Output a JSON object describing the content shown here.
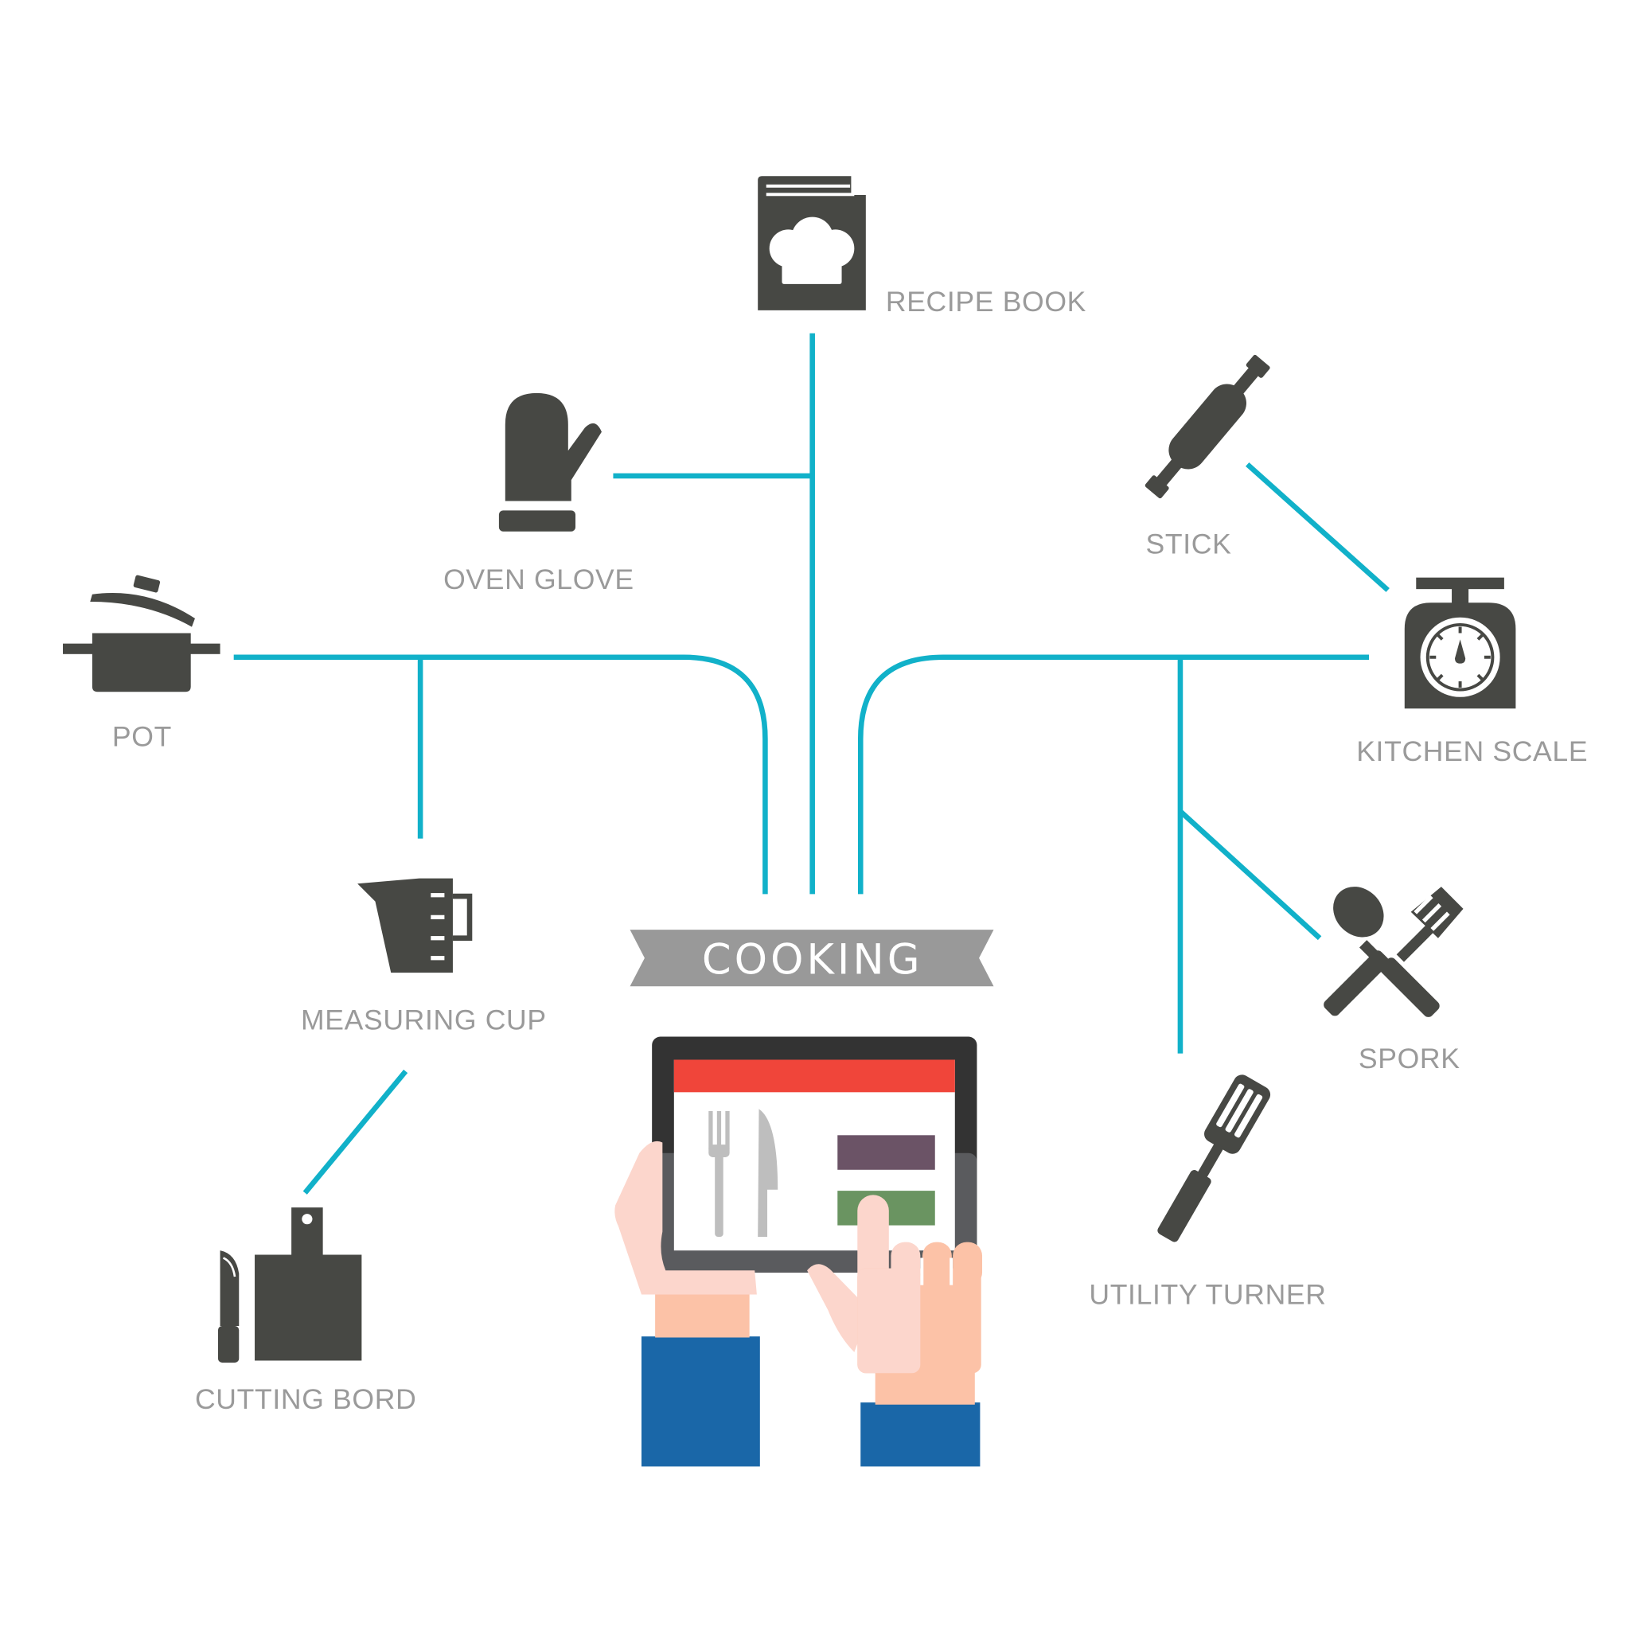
{
  "title": "COOKING",
  "items": {
    "recipe_book": "RECIPE BOOK",
    "oven_glove": "OVEN GLOVE",
    "stick": "STICK",
    "pot": "POT",
    "kitchen_scale": "KITCHEN SCALE",
    "measuring_cup": "MEASURING CUP",
    "spork": "SPORK",
    "cutting_board": "CUTTING BORD",
    "utility_turner": "UTILITY TURNER"
  },
  "colors": {
    "connector": "#11b1c9",
    "icon": "#474844",
    "label": "#9a9a9a",
    "banner": "#999999",
    "tablet_header": "#f0453a",
    "sleeve": "#1a67a8"
  },
  "icons": [
    "recipe-book-icon",
    "oven-glove-icon",
    "rolling-pin-icon",
    "pot-icon",
    "kitchen-scale-icon",
    "measuring-cup-icon",
    "spork-icon",
    "cutting-board-icon",
    "utility-turner-icon",
    "tablet-icon"
  ]
}
